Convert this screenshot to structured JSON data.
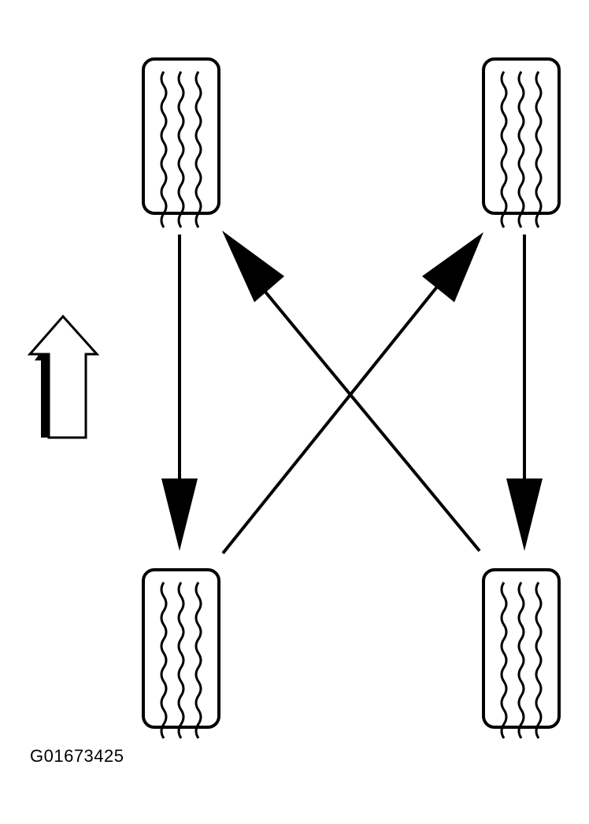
{
  "figure": {
    "id": "G01673425",
    "tires": [
      {
        "position": "front-left"
      },
      {
        "position": "front-right"
      },
      {
        "position": "rear-left"
      },
      {
        "position": "rear-right"
      }
    ],
    "moves": [
      {
        "from": "front-left",
        "to": "rear-left",
        "style": "straight"
      },
      {
        "from": "front-right",
        "to": "rear-right",
        "style": "straight"
      },
      {
        "from": "rear-right",
        "to": "front-left",
        "style": "cross"
      },
      {
        "from": "rear-left",
        "to": "front-right",
        "style": "cross"
      }
    ],
    "forward_indicator": "up-arrow",
    "colors": {
      "line": "#000000",
      "fill": "#ffffff"
    }
  }
}
